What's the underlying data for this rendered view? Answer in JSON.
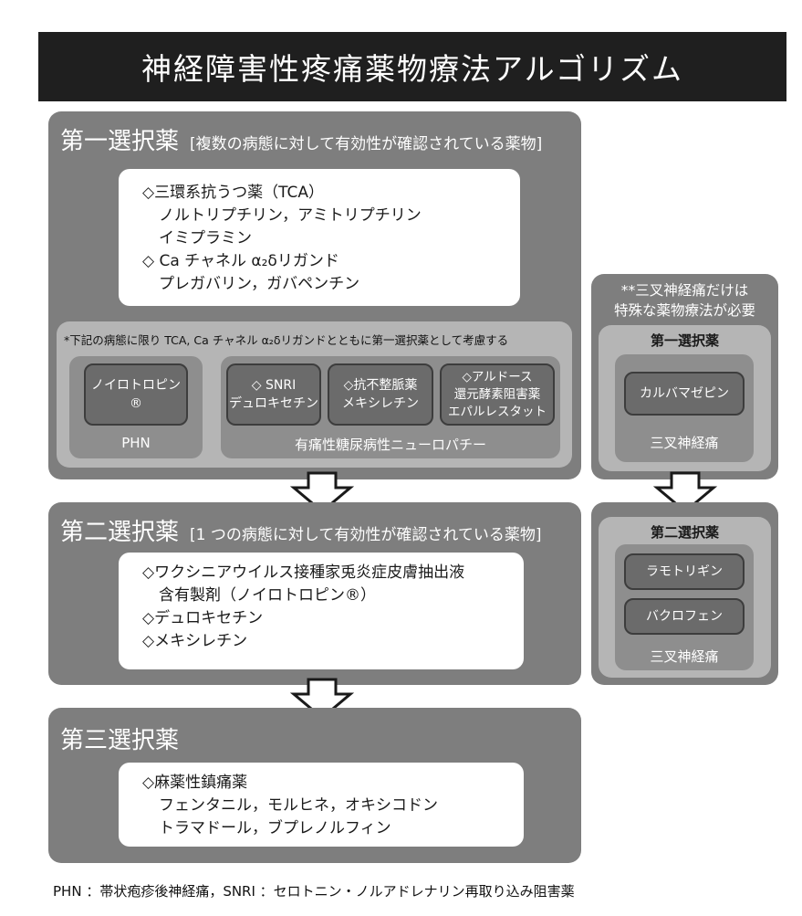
{
  "title": "神経障害性疼痛薬物療法アルゴリズム",
  "first": {
    "head": "第一選択薬",
    "sub": "[複数の病態に対して有効性が確認されている薬物]",
    "lines": [
      "◇三環系抗うつ薬（TCA）",
      "ノルトリプチリン，アミトリプチリン",
      "イミプラミン",
      "◇ Ca チャネル α₂δリガンド",
      "プレガバリン，ガバペンチン"
    ],
    "footnote": "*下記の病態に限り TCA, Ca チャネル α₂δリガンドとともに第一選択薬として考慮する",
    "phn_drug": "ノイロトロピン®",
    "phn_caption": "PHN",
    "dpn_drugs": [
      [
        "◇ SNRI",
        "デュロキセチン"
      ],
      [
        "◇抗不整脈薬",
        "メキシレチン"
      ],
      [
        "◇アルドース",
        "還元酵素阻害薬",
        "エパルレスタット"
      ]
    ],
    "dpn_caption": "有痛性糖尿病性ニューロパチー"
  },
  "second": {
    "head": "第二選択薬",
    "sub": "[1 つの病態に対して有効性が確認されている薬物]",
    "lines": [
      "◇ワクシニアウイルス接種家兎炎症皮膚抽出液",
      "含有製剤（ノイロトロピン®）",
      "◇デュロキセチン",
      "◇メキシレチン"
    ]
  },
  "third": {
    "head": "第三選択薬",
    "lines": [
      "◇麻薬性鎮痛薬",
      "フェンタニル，モルヒネ，オキシコドン",
      "トラマドール，ブプレノルフィン"
    ]
  },
  "trigeminal": {
    "note_line1": "**三叉神経痛だけは",
    "note_line2": "特殊な薬物療法が必要",
    "first_head": "第一選択薬",
    "first_drug": "カルバマゼピン",
    "first_caption": "三叉神経痛",
    "second_head": "第二選択薬",
    "second_drugs": [
      "ラモトリギン",
      "バクロフェン"
    ],
    "second_caption": "三叉神経痛"
  },
  "legend": "PHN ：帯状疱疹後神経痛，SNRI ：セロトニン・ノルアドレナリン再取り込み阻害薬"
}
